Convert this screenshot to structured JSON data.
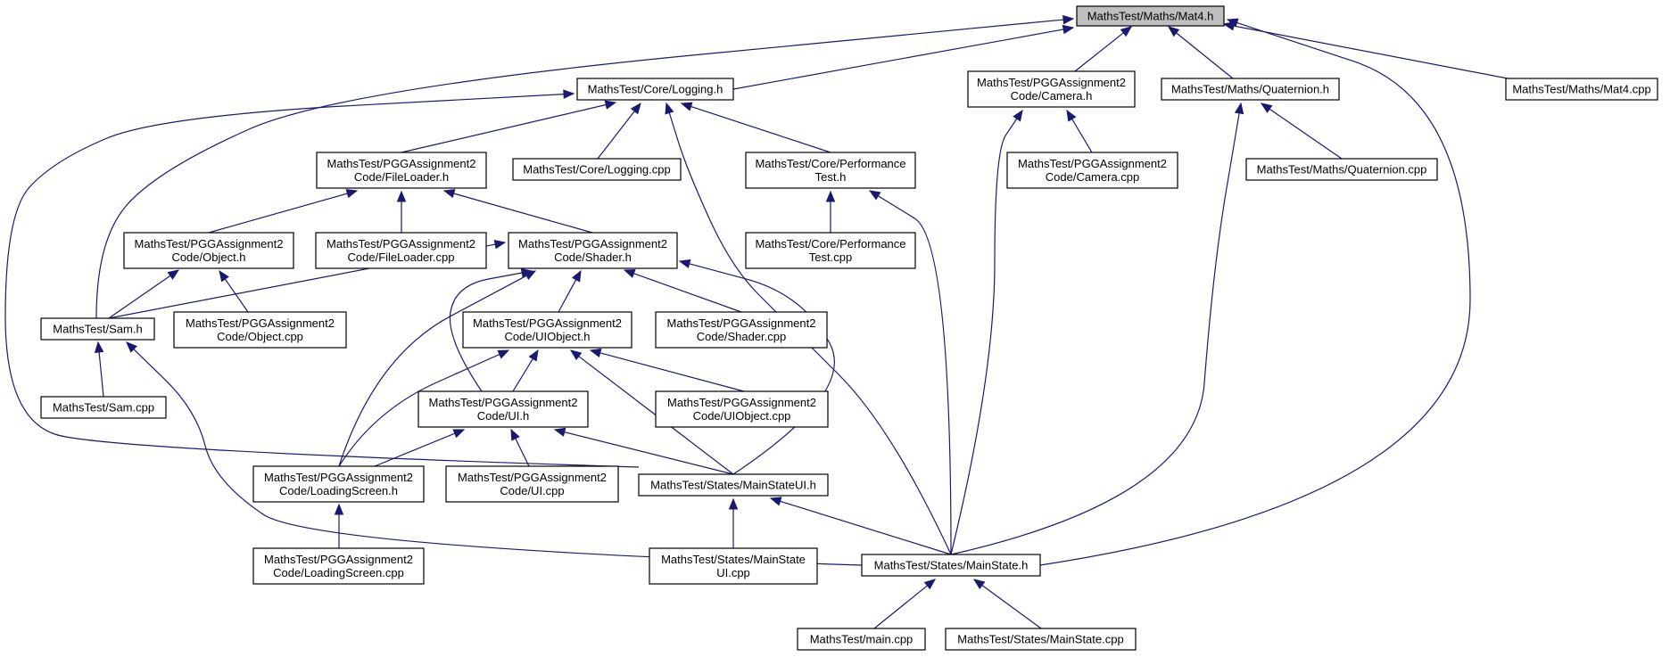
{
  "diagram": {
    "type": "include-dependency-graph",
    "colors": {
      "edge": "#191970",
      "root_fill": "#bfbfbf",
      "node_fill": "#ffffff",
      "node_border": "#000000"
    },
    "nodes": [
      {
        "id": "mat4h",
        "lines": [
          "MathsTest/Maths/Mat4.h"
        ],
        "root": true
      },
      {
        "id": "logging_h",
        "lines": [
          "MathsTest/Core/Logging.h"
        ]
      },
      {
        "id": "camera_h",
        "lines": [
          "MathsTest/PGGAssignment2",
          "Code/Camera.h"
        ]
      },
      {
        "id": "quat_h",
        "lines": [
          "MathsTest/Maths/Quaternion.h"
        ]
      },
      {
        "id": "mat4cpp",
        "lines": [
          "MathsTest/Maths/Mat4.cpp"
        ]
      },
      {
        "id": "fileloader_h",
        "lines": [
          "MathsTest/PGGAssignment2",
          "Code/FileLoader.h"
        ]
      },
      {
        "id": "logging_cpp",
        "lines": [
          "MathsTest/Core/Logging.cpp"
        ]
      },
      {
        "id": "perf_h",
        "lines": [
          "MathsTest/Core/Performance",
          "Test.h"
        ]
      },
      {
        "id": "camera_cpp",
        "lines": [
          "MathsTest/PGGAssignment2",
          "Code/Camera.cpp"
        ]
      },
      {
        "id": "quat_cpp",
        "lines": [
          "MathsTest/Maths/Quaternion.cpp"
        ]
      },
      {
        "id": "object_h",
        "lines": [
          "MathsTest/PGGAssignment2",
          "Code/Object.h"
        ]
      },
      {
        "id": "fileloader_cpp",
        "lines": [
          "MathsTest/PGGAssignment2",
          "Code/FileLoader.cpp"
        ]
      },
      {
        "id": "shader_h",
        "lines": [
          "MathsTest/PGGAssignment2",
          "Code/Shader.h"
        ]
      },
      {
        "id": "perf_cpp",
        "lines": [
          "MathsTest/Core/Performance",
          "Test.cpp"
        ]
      },
      {
        "id": "sam_h",
        "lines": [
          "MathsTest/Sam.h"
        ]
      },
      {
        "id": "object_cpp",
        "lines": [
          "MathsTest/PGGAssignment2",
          "Code/Object.cpp"
        ]
      },
      {
        "id": "uiobject_h",
        "lines": [
          "MathsTest/PGGAssignment2",
          "Code/UIObject.h"
        ]
      },
      {
        "id": "shader_cpp",
        "lines": [
          "MathsTest/PGGAssignment2",
          "Code/Shader.cpp"
        ]
      },
      {
        "id": "sam_cpp",
        "lines": [
          "MathsTest/Sam.cpp"
        ]
      },
      {
        "id": "ui_h",
        "lines": [
          "MathsTest/PGGAssignment2",
          "Code/UI.h"
        ]
      },
      {
        "id": "uiobject_cpp",
        "lines": [
          "MathsTest/PGGAssignment2",
          "Code/UIObject.cpp"
        ]
      },
      {
        "id": "loading_h",
        "lines": [
          "MathsTest/PGGAssignment2",
          "Code/LoadingScreen.h"
        ]
      },
      {
        "id": "ui_cpp",
        "lines": [
          "MathsTest/PGGAssignment2",
          "Code/UI.cpp"
        ]
      },
      {
        "id": "mainstateui_h",
        "lines": [
          "MathsTest/States/MainStateUI.h"
        ]
      },
      {
        "id": "loading_cpp",
        "lines": [
          "MathsTest/PGGAssignment2",
          "Code/LoadingScreen.cpp"
        ]
      },
      {
        "id": "mainstateui_cpp",
        "lines": [
          "MathsTest/States/MainState",
          "UI.cpp"
        ]
      },
      {
        "id": "mainstate_h",
        "lines": [
          "MathsTest/States/MainState.h"
        ]
      },
      {
        "id": "main_cpp",
        "lines": [
          "MathsTest/main.cpp"
        ]
      },
      {
        "id": "mainstate_cpp",
        "lines": [
          "MathsTest/States/MainState.cpp"
        ]
      }
    ],
    "edges": [
      {
        "from": "logging_h",
        "to": "mat4h"
      },
      {
        "from": "camera_h",
        "to": "mat4h"
      },
      {
        "from": "quat_h",
        "to": "mat4h"
      },
      {
        "from": "mat4cpp",
        "to": "mat4h"
      },
      {
        "from": "sam_h",
        "to": "mat4h"
      },
      {
        "from": "mainstate_h",
        "to": "mat4h"
      },
      {
        "from": "fileloader_h",
        "to": "logging_h"
      },
      {
        "from": "logging_cpp",
        "to": "logging_h"
      },
      {
        "from": "perf_h",
        "to": "logging_h"
      },
      {
        "from": "mainstateui_h",
        "to": "logging_h"
      },
      {
        "from": "mainstate_h",
        "to": "logging_h"
      },
      {
        "from": "camera_cpp",
        "to": "camera_h"
      },
      {
        "from": "mainstate_h",
        "to": "camera_h"
      },
      {
        "from": "quat_cpp",
        "to": "quat_h"
      },
      {
        "from": "mainstate_h",
        "to": "quat_h"
      },
      {
        "from": "object_h",
        "to": "fileloader_h"
      },
      {
        "from": "fileloader_cpp",
        "to": "fileloader_h"
      },
      {
        "from": "shader_h",
        "to": "fileloader_h"
      },
      {
        "from": "perf_cpp",
        "to": "perf_h"
      },
      {
        "from": "mainstate_h",
        "to": "perf_h"
      },
      {
        "from": "sam_h",
        "to": "object_h"
      },
      {
        "from": "object_cpp",
        "to": "object_h"
      },
      {
        "from": "sam_h",
        "to": "shader_h"
      },
      {
        "from": "uiobject_h",
        "to": "shader_h"
      },
      {
        "from": "shader_cpp",
        "to": "shader_h"
      },
      {
        "from": "ui_h",
        "to": "shader_h"
      },
      {
        "from": "loading_h",
        "to": "shader_h"
      },
      {
        "from": "mainstateui_h",
        "to": "shader_h"
      },
      {
        "from": "sam_cpp",
        "to": "sam_h"
      },
      {
        "from": "mainstate_h",
        "to": "sam_h"
      },
      {
        "from": "ui_h",
        "to": "uiobject_h"
      },
      {
        "from": "uiobject_cpp",
        "to": "uiobject_h"
      },
      {
        "from": "loading_h",
        "to": "uiobject_h"
      },
      {
        "from": "mainstateui_h",
        "to": "uiobject_h"
      },
      {
        "from": "loading_h",
        "to": "ui_h"
      },
      {
        "from": "ui_cpp",
        "to": "ui_h"
      },
      {
        "from": "mainstateui_h",
        "to": "ui_h"
      },
      {
        "from": "loading_cpp",
        "to": "loading_h"
      },
      {
        "from": "mainstateui_cpp",
        "to": "mainstateui_h"
      },
      {
        "from": "mainstate_h",
        "to": "mainstateui_h"
      },
      {
        "from": "main_cpp",
        "to": "mainstate_h"
      },
      {
        "from": "mainstate_cpp",
        "to": "mainstate_h"
      }
    ]
  }
}
